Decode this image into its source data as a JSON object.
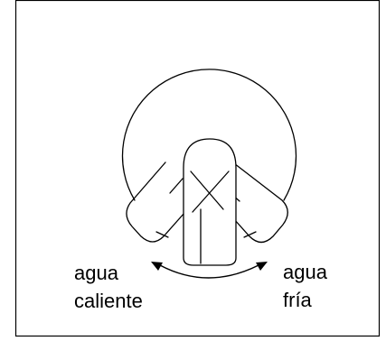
{
  "labels": {
    "hot_line1": "agua",
    "hot_line2": "caliente",
    "cold_line1": "agua",
    "cold_line2": "fría"
  },
  "colors": {
    "stroke": "#000000",
    "background": "#ffffff"
  },
  "icons": {
    "mixer": "single-lever-mixer-icon",
    "rotation": "double-headed-curved-arrow-icon"
  }
}
